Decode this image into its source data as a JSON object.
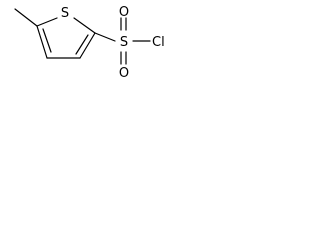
{
  "molecule": {
    "atoms": {
      "sulfur_ring": "S",
      "sulfur_sulfonyl": "S",
      "oxygen_top": "O",
      "oxygen_bottom": "O",
      "chlorine": "Cl"
    }
  },
  "colors": {
    "line": "#000000",
    "background": "#ffffff"
  }
}
